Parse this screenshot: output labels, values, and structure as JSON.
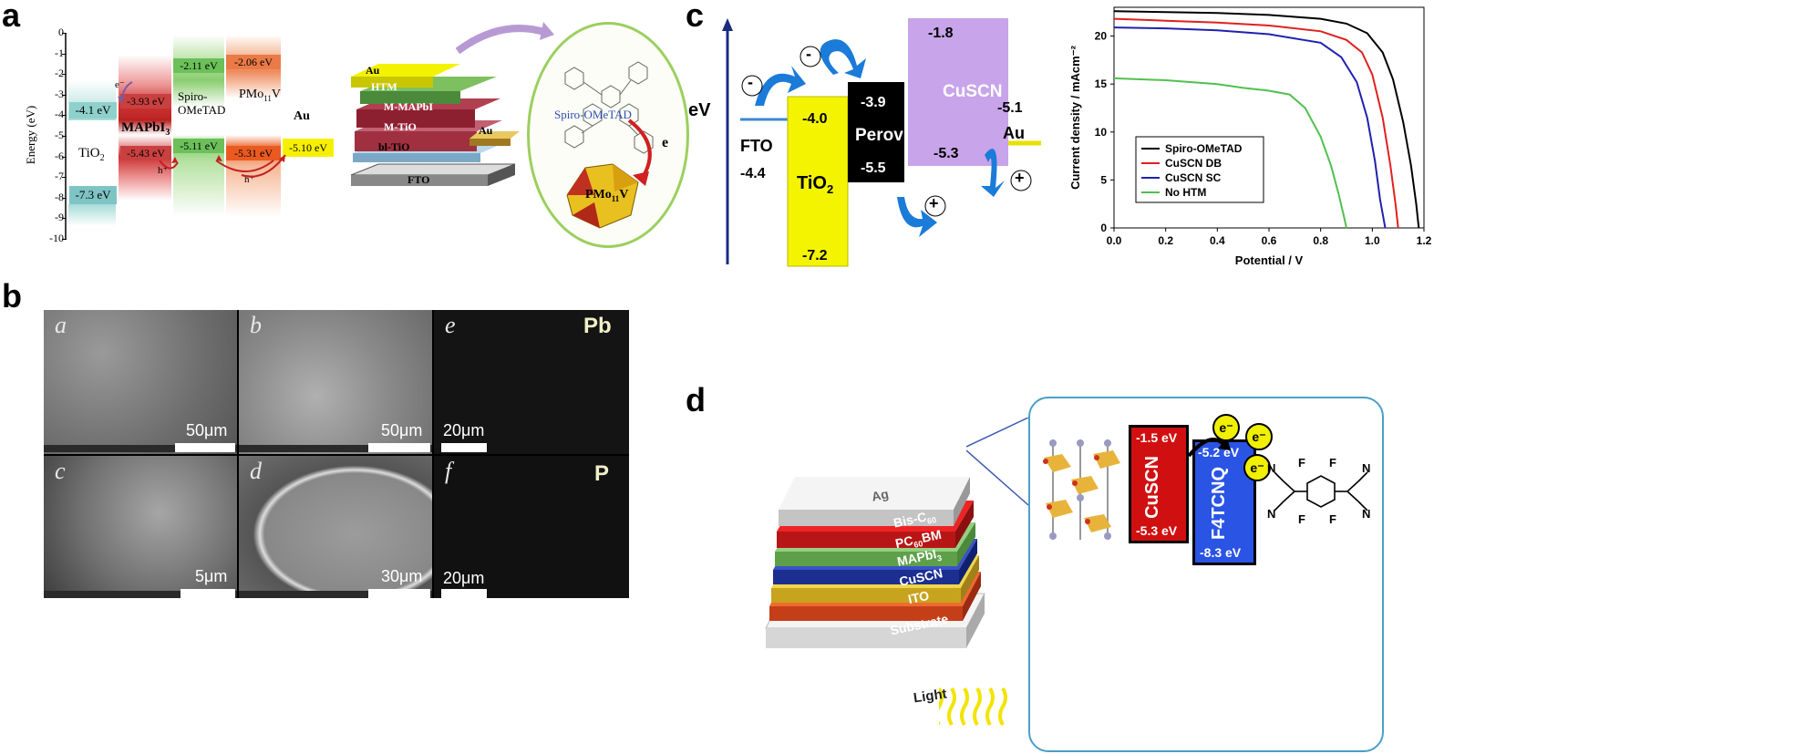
{
  "panels": {
    "a": {
      "label": "a",
      "y_axis_label": "Energy (eV)",
      "y_ticks": [
        "0",
        "-1",
        "-2",
        "-3",
        "-4",
        "-5",
        "-6",
        "-7",
        "-8",
        "-9",
        "-10"
      ],
      "tio2": {
        "name": "TiO",
        "sub": "2",
        "top": "-4.1 eV",
        "bottom": "-7.3 eV"
      },
      "mapbi3": {
        "name": "MAPbI",
        "sub": "3",
        "top": "-3.93 eV",
        "bottom": "-5.43 eV"
      },
      "spiro": {
        "name1": "Spiro-",
        "name2": "OMeTAD",
        "top": "-2.11 eV",
        "bottom": "-5.11 eV"
      },
      "pmo": {
        "name": "PMo",
        "sub": "11",
        "suffix": "V",
        "top": "-2.06 eV",
        "bottom": "-5.31 eV"
      },
      "au": {
        "name": "Au",
        "value": "-5.10 eV"
      },
      "electron": "e⁻",
      "hole1": "h⁺",
      "hole2": "h⁺",
      "stack_layers": [
        "Au",
        "HTM",
        "M-MAPbI",
        "M-TiO",
        "bl-TiO",
        "FTO"
      ],
      "stack_au_side": "Au",
      "molecule_label": "Spiro-OMeTAD",
      "pmo_cluster": "PMo",
      "pmo_cluster_sub": "11",
      "pmo_cluster_suffix": "V",
      "e_label": "e"
    },
    "b": {
      "label": "b",
      "tiles": [
        {
          "sub": "a",
          "scale": "50μm"
        },
        {
          "sub": "b",
          "scale": "50μm"
        },
        {
          "sub": "e",
          "scale": "20μm",
          "element": "Pb"
        },
        {
          "sub": "c",
          "scale": "5μm"
        },
        {
          "sub": "d",
          "scale": "30μm"
        },
        {
          "sub": "f",
          "scale": "20μm",
          "element": "P"
        }
      ]
    },
    "c": {
      "label": "c",
      "ev_label": "eV",
      "fto": {
        "name": "FTO",
        "value": "-4.4"
      },
      "tio2": {
        "name": "TiO",
        "sub": "2",
        "top": "-4.0",
        "bottom": "-7.2"
      },
      "perov": {
        "name": "Perov",
        "top": "-3.9",
        "bottom": "-5.5"
      },
      "cuscn": {
        "name": "CuSCN",
        "top": "-1.8",
        "bottom": "-5.3"
      },
      "au": {
        "name": "Au",
        "value": "-5.1"
      },
      "minus1": "-",
      "minus2": "-",
      "plus1": "+",
      "plus2": "+"
    },
    "d": {
      "label": "d",
      "layers": [
        "Ag",
        "Bis-C",
        "PC",
        "MAPbI",
        "CuSCN",
        "ITO",
        "Substrate"
      ],
      "bisc_sub": "60",
      "pcbm_sub": "60",
      "pcbm_suffix": "BM",
      "mapbi_sub": "3",
      "light": "Light",
      "cuscn": {
        "name": "CuSCN",
        "top": "-1.5 eV",
        "bottom": "-5.3 eV"
      },
      "f4tcnq": {
        "name": "F4TCNQ",
        "top": "-5.2 eV",
        "bottom": "-8.3 eV"
      },
      "electrons": [
        "e⁻",
        "e⁻",
        "e⁻"
      ],
      "mol_atoms": {
        "N": "N",
        "F": "F"
      }
    }
  },
  "chart_data": {
    "type": "line",
    "xlabel": "Potential / V",
    "ylabel": "Current density / mAcm⁻²",
    "xlim": [
      0.0,
      1.2
    ],
    "ylim": [
      0,
      23
    ],
    "x_ticks": [
      "0.0",
      "0.2",
      "0.4",
      "0.6",
      "0.8",
      "1.0",
      "1.2"
    ],
    "y_ticks": [
      "0",
      "5",
      "10",
      "15",
      "20"
    ],
    "legend_position": "bottom-left",
    "series": [
      {
        "name": "Spiro-OMeTAD",
        "color": "#000000",
        "x": [
          0.0,
          0.2,
          0.4,
          0.6,
          0.8,
          0.9,
          0.98,
          1.04,
          1.08,
          1.12,
          1.15,
          1.17,
          1.18
        ],
        "y": [
          22.6,
          22.5,
          22.4,
          22.2,
          21.8,
          21.3,
          20.3,
          18.3,
          15.5,
          11.0,
          6.5,
          2.5,
          0
        ]
      },
      {
        "name": "CuSCN DB",
        "color": "#e02020",
        "x": [
          0.0,
          0.2,
          0.4,
          0.6,
          0.8,
          0.9,
          0.96,
          1.0,
          1.04,
          1.07,
          1.09,
          1.1
        ],
        "y": [
          21.8,
          21.6,
          21.4,
          21.1,
          20.5,
          19.6,
          18.3,
          16.0,
          11.5,
          6.5,
          2.5,
          0
        ]
      },
      {
        "name": "CuSCN SC",
        "color": "#2020b0",
        "x": [
          0.0,
          0.2,
          0.4,
          0.6,
          0.8,
          0.88,
          0.94,
          0.98,
          1.01,
          1.03,
          1.05
        ],
        "y": [
          20.9,
          20.8,
          20.6,
          20.2,
          19.3,
          17.8,
          15.2,
          11.5,
          7.0,
          3.0,
          0
        ]
      },
      {
        "name": "No HTM",
        "color": "#50c050",
        "x": [
          0.0,
          0.2,
          0.4,
          0.5,
          0.6,
          0.68,
          0.74,
          0.8,
          0.84,
          0.87,
          0.89,
          0.9
        ],
        "y": [
          15.6,
          15.4,
          15.0,
          14.6,
          14.3,
          13.9,
          12.5,
          9.5,
          6.5,
          3.5,
          1.2,
          0
        ]
      }
    ]
  }
}
